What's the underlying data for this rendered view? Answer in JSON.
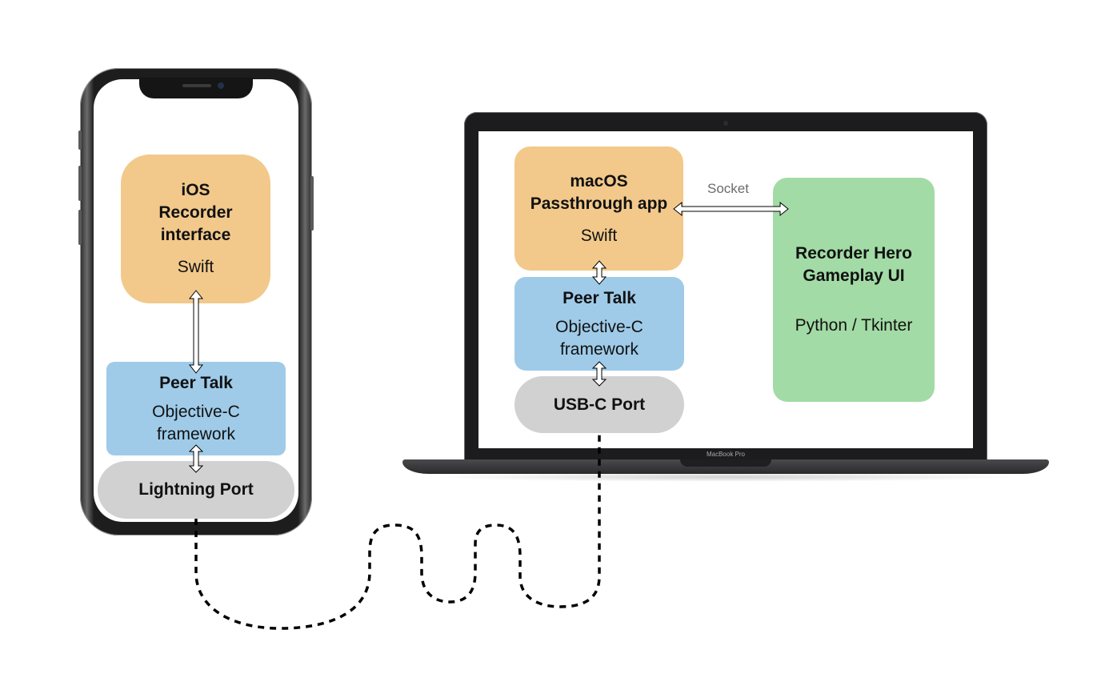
{
  "ios": {
    "recorder": {
      "title": "iOS\nRecorder\ninterface",
      "language": "Swift",
      "color": "#f2c98b"
    },
    "peertalk": {
      "title": "Peer Talk",
      "description": "Objective-C\nframework",
      "color": "#9fcbe9"
    },
    "port": {
      "label": "Lightning Port",
      "color": "#d1d1d1"
    }
  },
  "mac": {
    "passthrough": {
      "title": "macOS\nPassthrough app",
      "language": "Swift",
      "color": "#f2c98b"
    },
    "peertalk": {
      "title": "Peer Talk",
      "description": "Objective-C\nframework",
      "color": "#9fcbe9"
    },
    "port": {
      "label": "USB-C Port",
      "color": "#d1d1d1"
    },
    "device_label": "MacBook Pro"
  },
  "hero": {
    "title": "Recorder Hero\nGameplay UI",
    "language": "Python / Tkinter",
    "color": "#a2dba5"
  },
  "connections": {
    "socket_label": "Socket"
  }
}
